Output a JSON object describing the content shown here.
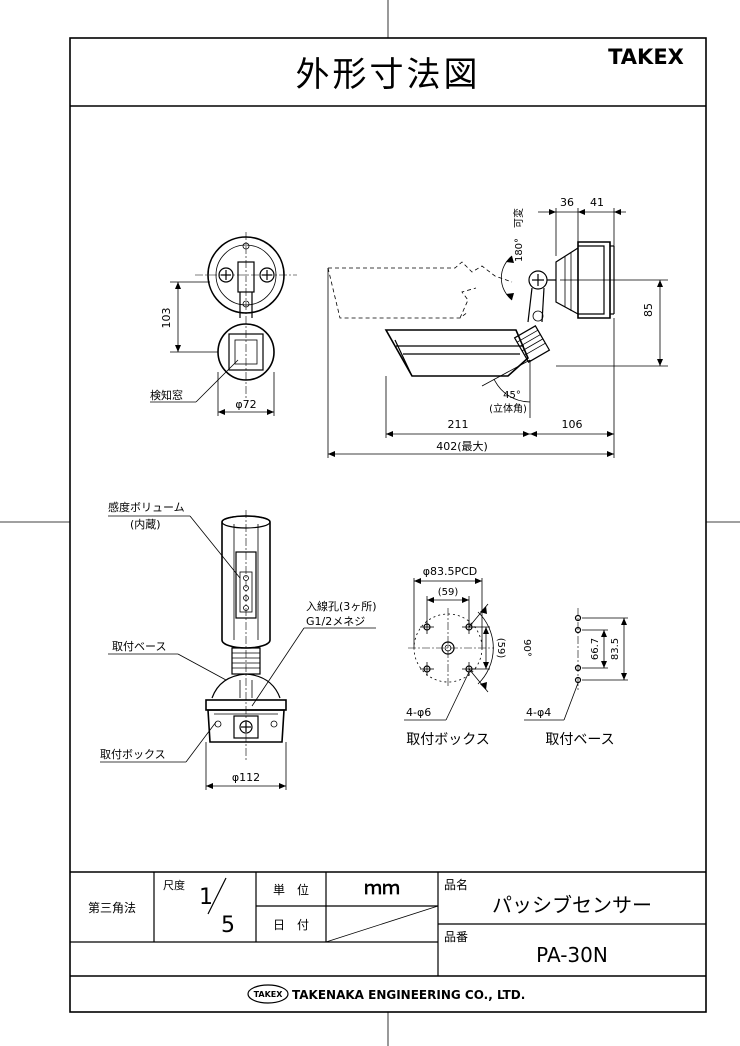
{
  "header": {
    "title": "外形寸法図",
    "brand": "TAKEX"
  },
  "front_view": {
    "dim_height": "103",
    "dim_diameter": "φ72",
    "label_window": "検知窓"
  },
  "side_view": {
    "dim_36": "36",
    "dim_41": "41",
    "dim_85": "85",
    "rotation": "180°",
    "rotation_note": "可変",
    "angle": "45°",
    "angle_note": "(立体角)",
    "dim_211": "211",
    "dim_106": "106",
    "dim_402": "402(最大)"
  },
  "section_view": {
    "label_volume": "感度ボリューム",
    "label_volume_note": "(内蔵)",
    "label_base": "取付ベース",
    "label_box": "取付ボックス",
    "label_hole": "入線孔(3ヶ所)",
    "label_thread": "G1/2メネジ",
    "dim_diameter": "φ112"
  },
  "box_view": {
    "pcd": "φ83.5PCD",
    "dim_59h": "(59)",
    "dim_59v": "(59)",
    "angle_90": "90°",
    "holes": "4-φ6",
    "caption": "取付ボックス"
  },
  "base_view": {
    "dim_66": "66.7",
    "dim_83": "83.5",
    "holes": "4-φ4",
    "caption": "取付ベース"
  },
  "title_block": {
    "projection": "第三角法",
    "scale_label": "尺度",
    "scale_num": "1",
    "scale_den": "5",
    "unit_label": "単　位",
    "unit_value": "ｍｍ",
    "date_label": "日　付",
    "name_label": "品名",
    "name_value": "パッシブセンサー",
    "part_label": "品番",
    "part_value": "PA-30N",
    "logo_text": "TAKEX",
    "company": "TAKENAKA ENGINEERING CO., LTD."
  }
}
